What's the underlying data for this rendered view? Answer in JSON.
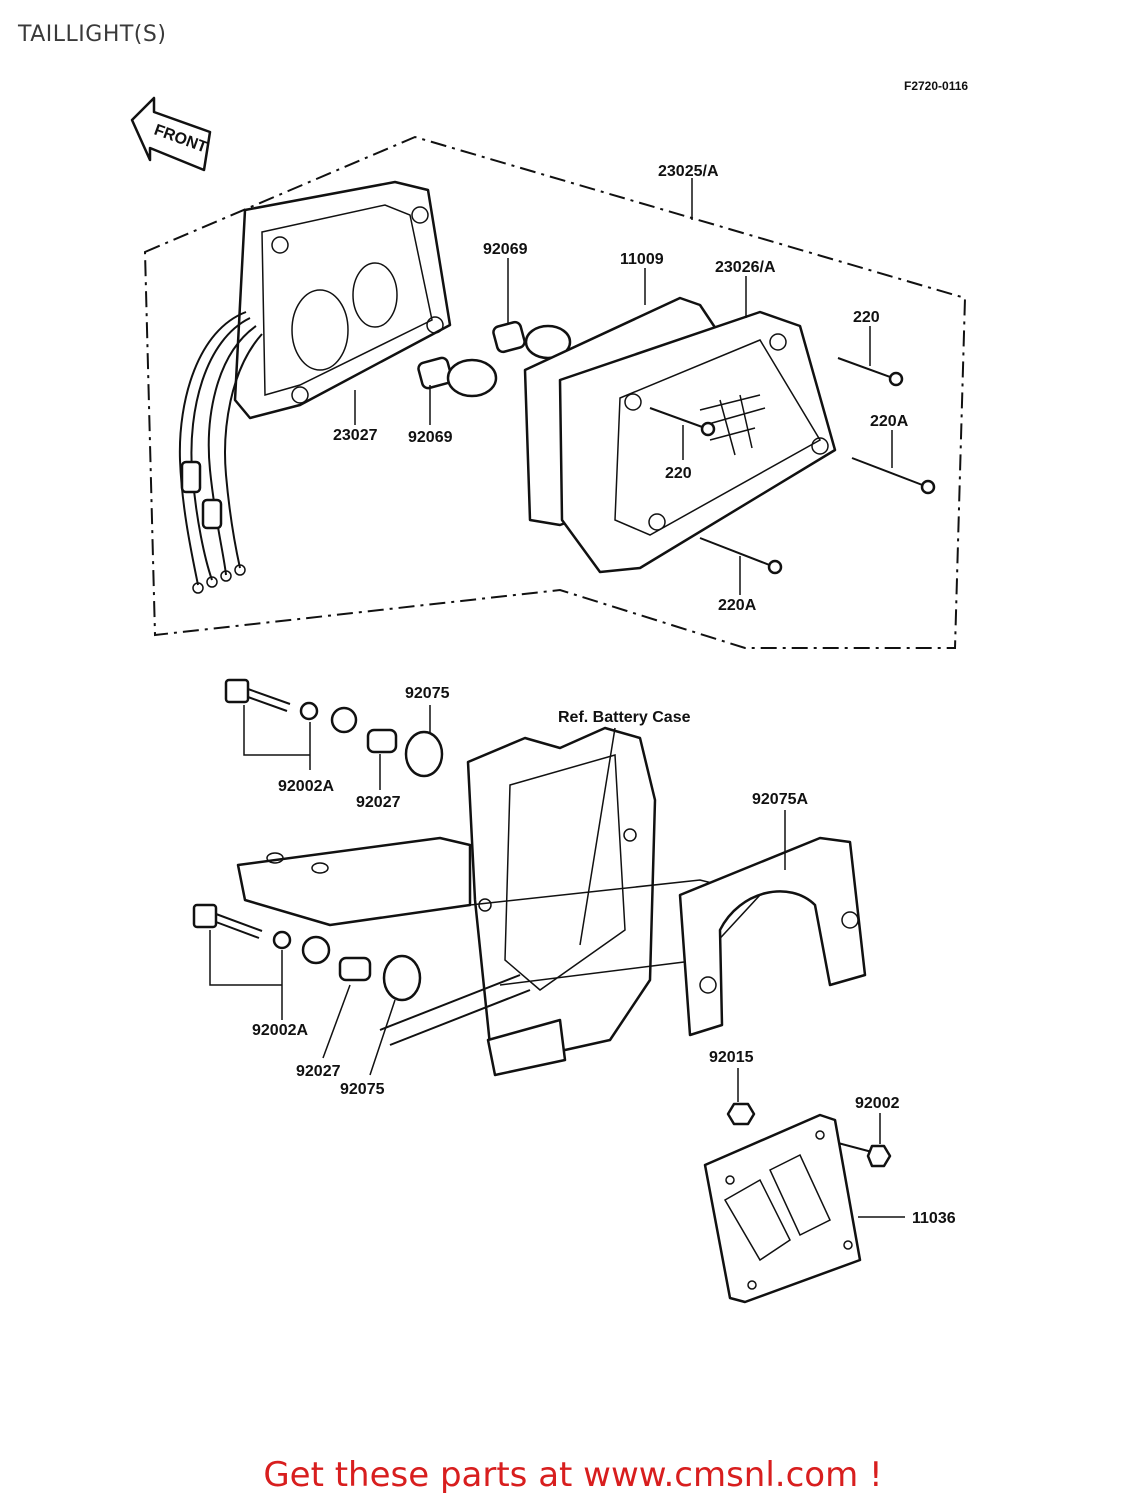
{
  "page": {
    "title": "TAILLIGHT(S)",
    "footer": "Get these parts at www.cmsnl.com !",
    "figure_code": "F2720-0116",
    "front_label": "FRONT",
    "watermark": "www.cmsnl.com",
    "accent_color": "#d81e1e"
  },
  "callouts": [
    {
      "id": "23025a",
      "text": "23025/A"
    },
    {
      "id": "92069-top",
      "text": "92069"
    },
    {
      "id": "11009",
      "text": "11009"
    },
    {
      "id": "23026a",
      "text": "23026/A"
    },
    {
      "id": "220-top",
      "text": "220"
    },
    {
      "id": "220a-right",
      "text": "220A"
    },
    {
      "id": "220-mid",
      "text": "220"
    },
    {
      "id": "220a-bottom",
      "text": "220A"
    },
    {
      "id": "23027",
      "text": "23027"
    },
    {
      "id": "92069-bottom",
      "text": "92069"
    },
    {
      "id": "92075-top",
      "text": "92075"
    },
    {
      "id": "ref-battery-case",
      "text": "Ref. Battery Case"
    },
    {
      "id": "92002a-top",
      "text": "92002A"
    },
    {
      "id": "92027-top",
      "text": "92027"
    },
    {
      "id": "92075a",
      "text": "92075A"
    },
    {
      "id": "92002a-bottom",
      "text": "92002A"
    },
    {
      "id": "92027-bottom",
      "text": "92027"
    },
    {
      "id": "92075-bottom",
      "text": "92075"
    },
    {
      "id": "92015",
      "text": "92015"
    },
    {
      "id": "92002",
      "text": "92002"
    },
    {
      "id": "11036",
      "text": "11036"
    }
  ]
}
